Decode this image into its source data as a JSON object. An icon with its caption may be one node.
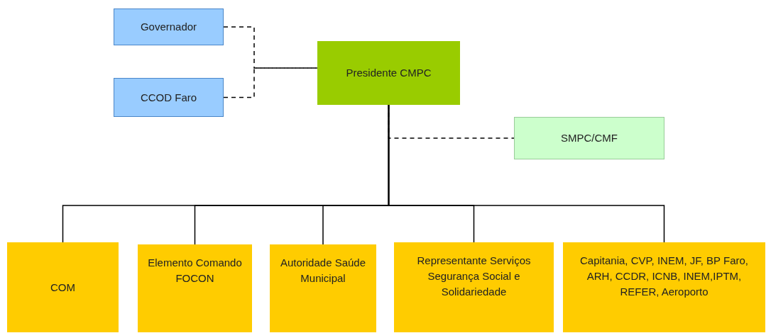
{
  "diagram": {
    "nodes": [
      {
        "text": [
          "Governador"
        ]
      },
      {
        "text": [
          "CCOD Faro"
        ]
      },
      {
        "text": [
          "Presidente CMPC"
        ]
      },
      {
        "text": [
          "SMPC/CMF"
        ]
      },
      {
        "text": [
          "COM"
        ]
      },
      {
        "text": [
          "Elemento Comando FOCON"
        ]
      },
      {
        "text": [
          "Autoridade Saúde Municipal"
        ]
      },
      {
        "text": [
          "Representante Serviços Segurança Social e Solidariedade"
        ]
      },
      {
        "text": [
          "Capitania, CVP, INEM, JF, BP Faro, ARH, CCDR, ICNB, INEM,IPTM, REFER, Aeroporto"
        ]
      }
    ],
    "edges": [
      {
        "from": 0,
        "to": 2,
        "arrow": "none",
        "style": "dashed"
      },
      {
        "from": 1,
        "to": 2,
        "arrow": "none",
        "style": "dashed"
      },
      {
        "from": 2,
        "to": 3,
        "arrow": "none",
        "style": "dashed"
      },
      {
        "from": 2,
        "to": 4,
        "arrow": "none"
      },
      {
        "from": 2,
        "to": 5,
        "arrow": "none"
      },
      {
        "from": 2,
        "to": 6,
        "arrow": "none"
      },
      {
        "from": 2,
        "to": 7,
        "arrow": "none"
      },
      {
        "from": 2,
        "to": 8,
        "arrow": "none"
      }
    ]
  }
}
